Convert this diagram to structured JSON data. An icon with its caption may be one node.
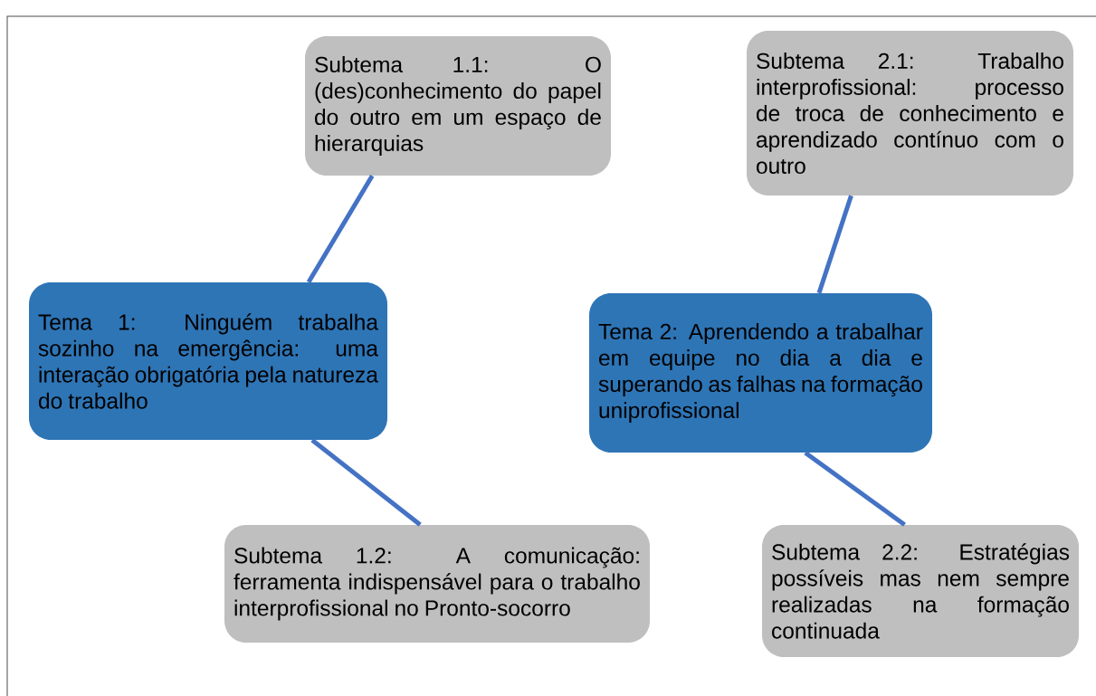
{
  "diagram": {
    "nodes": [
      {
        "text": [
          "Tema 1: Ninguém trabalha sozinho na emergência: uma interação obrigatória pela natureza do trabalho"
        ]
      },
      {
        "text": [
          "Subtema 1.1: O (des)conhecimento do papel do outro em um espaço de hierarquias"
        ]
      },
      {
        "text": [
          "Subtema 1.2: A comunicação: ferramenta indispensável para o trabalho interprofissional no Pronto-socorro"
        ]
      },
      {
        "text": [
          "Tema 2: Aprendendo a trabalhar em equipe no dia a dia e superando as falhas na formação uniprofissional"
        ]
      },
      {
        "text": [
          "Subtema 2.1: Trabalho interprofissional: processo de troca de conhecimento e aprendizado contínuo com o outro"
        ]
      },
      {
        "text": [
          "Subtema 2.2: Estratégias possíveis mas nem sempre realizadas na formação continuada"
        ]
      }
    ],
    "edges": [
      {
        "from": 0,
        "to": 1,
        "arrow": "none"
      },
      {
        "from": 0,
        "to": 2,
        "arrow": "none"
      },
      {
        "from": 3,
        "to": 4,
        "arrow": "none"
      },
      {
        "from": 3,
        "to": 5,
        "arrow": "none"
      }
    ]
  }
}
